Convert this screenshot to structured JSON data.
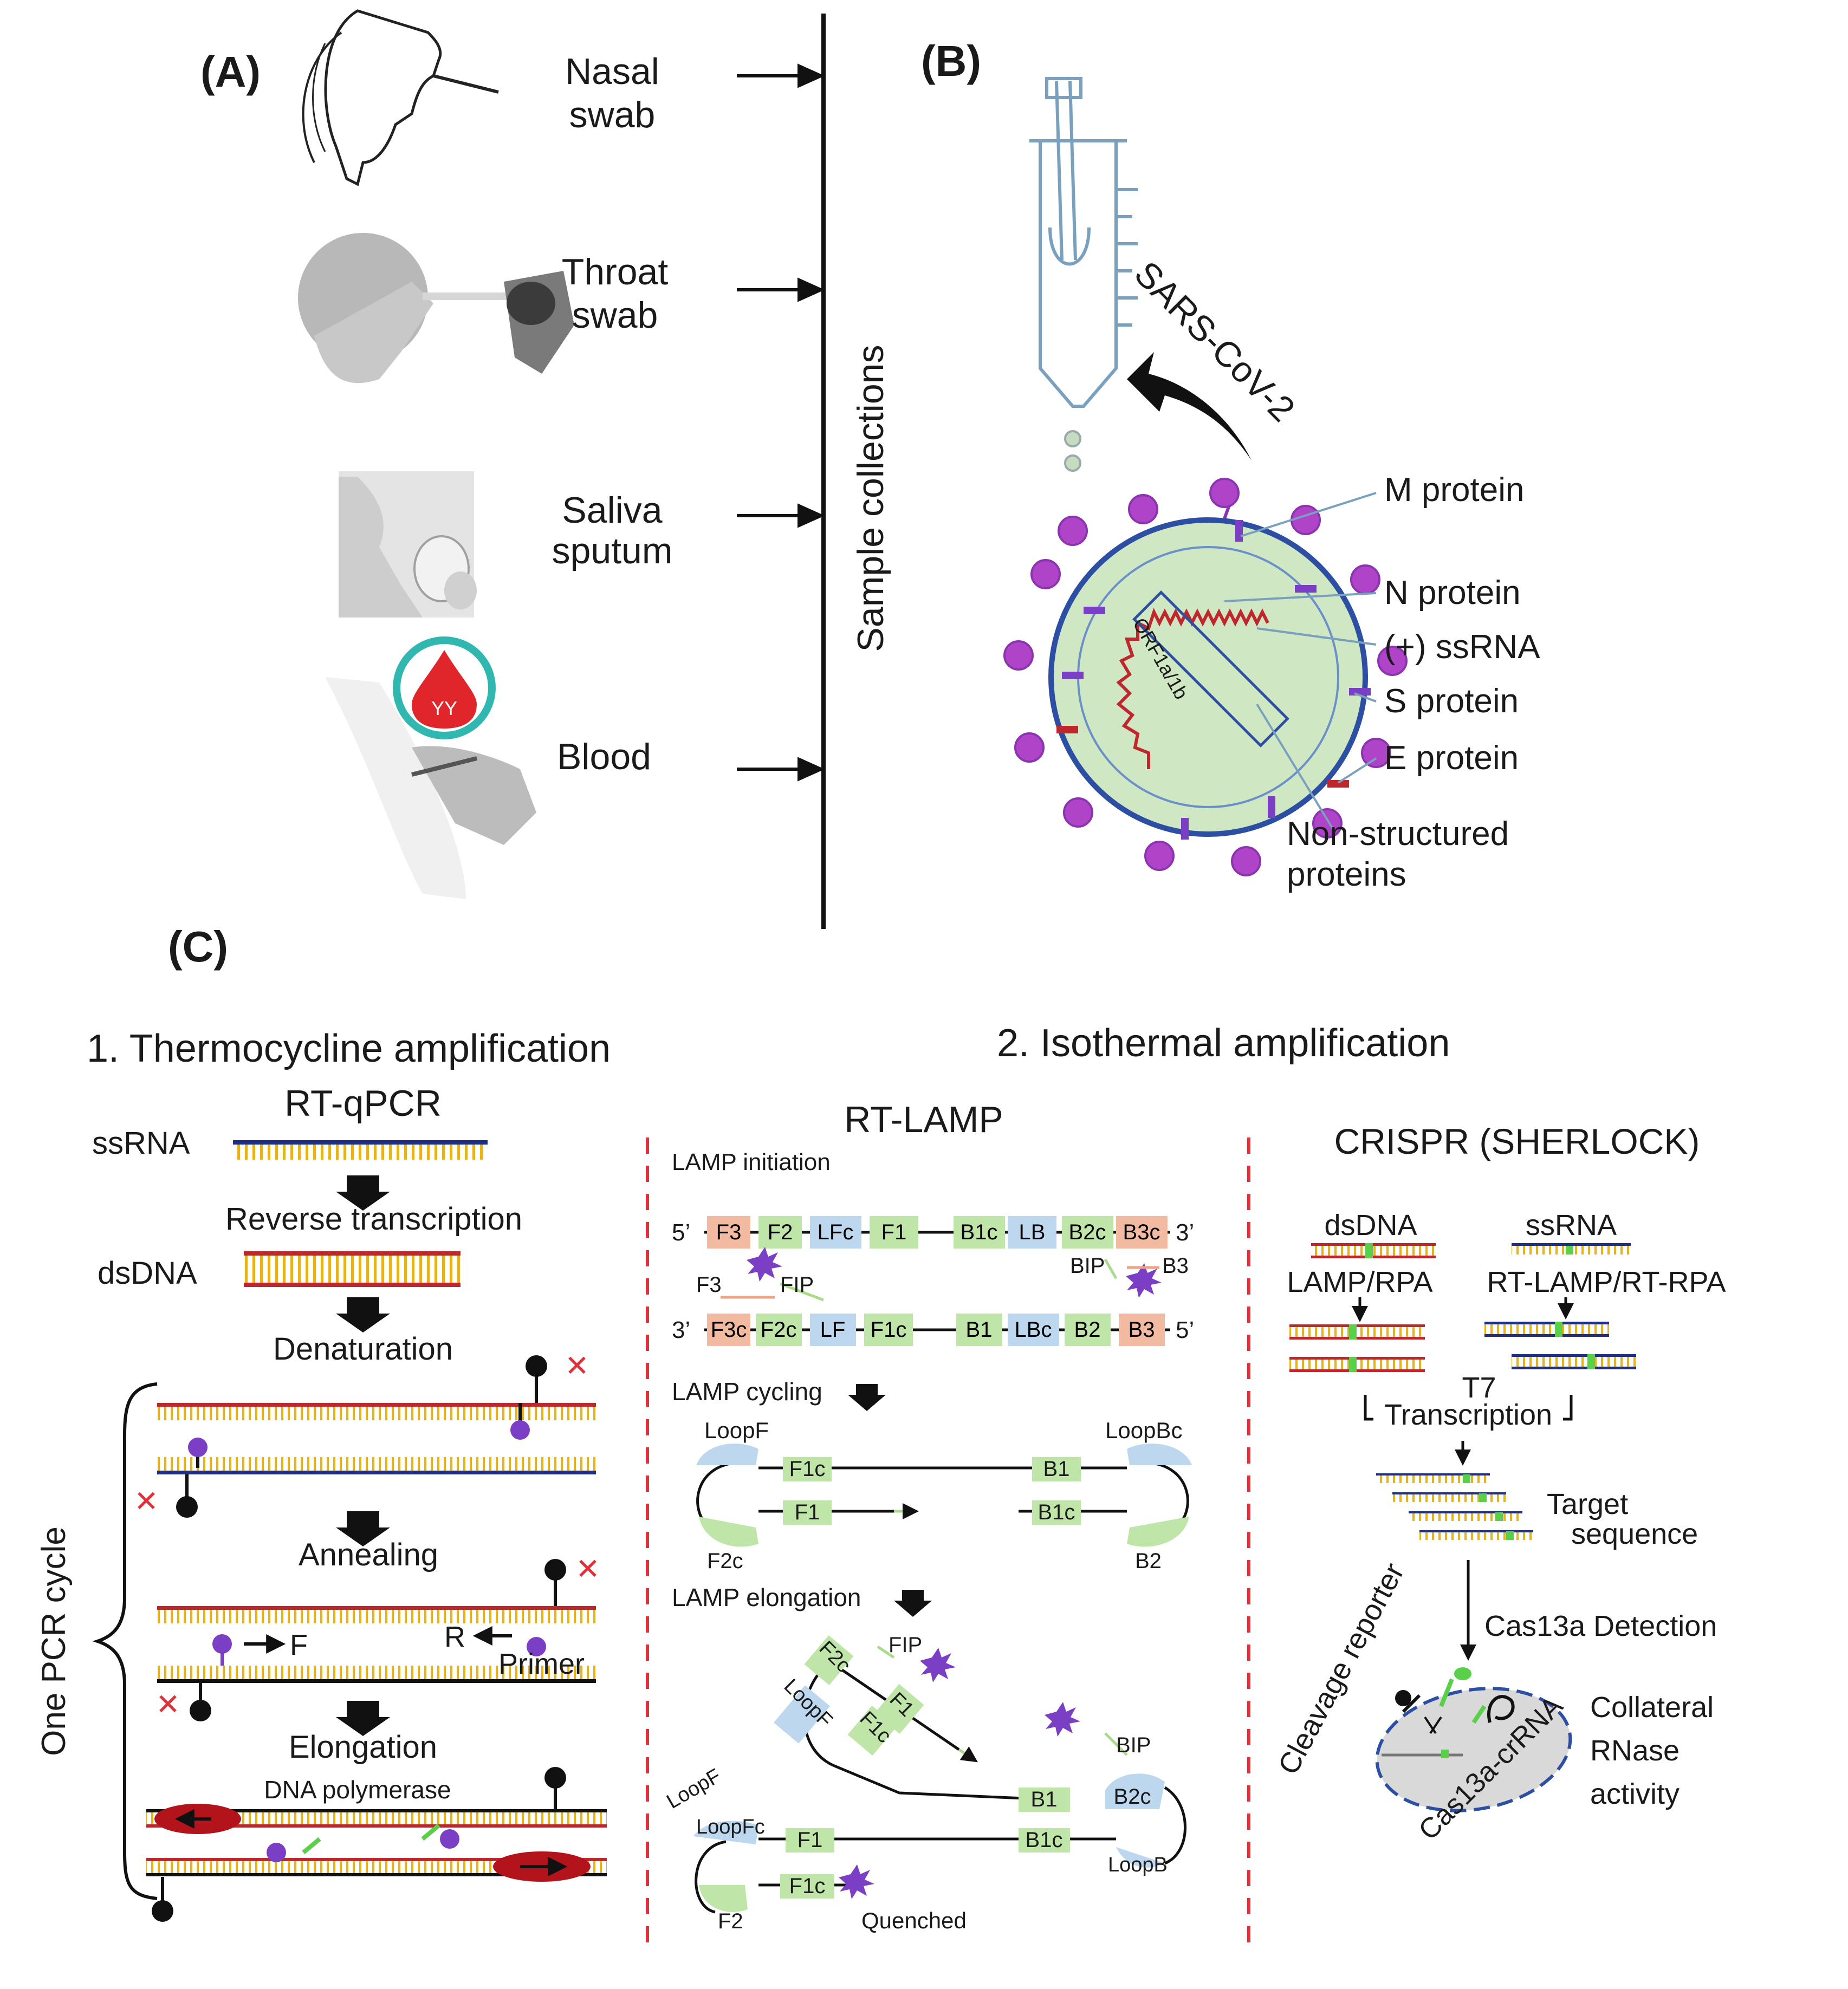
{
  "panels": {
    "a": "(A)",
    "b": "(B)",
    "c": "(C)"
  },
  "samples": [
    {
      "line1": "Nasal",
      "line2": "swab"
    },
    {
      "line1": "Throat",
      "line2": "swab"
    },
    {
      "line1": "Saliva",
      "line2": "sputum"
    },
    {
      "line1": "Blood",
      "line2": ""
    }
  ],
  "sample_collections": "Sample collections",
  "virus": {
    "name": "SARS-CoV-2",
    "orf": "ORF1a/1b",
    "labels": [
      "M protein",
      "N protein",
      "(+) ssRNA",
      "S protein",
      "E protein"
    ],
    "nsp": [
      "Non-structured",
      "proteins"
    ]
  },
  "sections": {
    "thermo": "1. Thermocycline amplification",
    "iso": "2. Isothermal amplification"
  },
  "qpcr": {
    "title": "RT-qPCR",
    "ssrna": "ssRNA",
    "rt": "Reverse transcription",
    "dsdna": "dsDNA",
    "denat": "Denaturation",
    "anneal": "Annealing",
    "f": "F",
    "r": "R",
    "primer": "Primer",
    "elong": "Elongation",
    "polymerase": "DNA polymerase",
    "cycle": "One PCR cycle"
  },
  "lamp": {
    "title": "RT-LAMP",
    "init": "LAMP initiation",
    "top_row": [
      "F3",
      "F2",
      "LFc",
      "F1",
      "B1c",
      "LB",
      "B2c",
      "B3c"
    ],
    "bottom_row": [
      "F3c",
      "F2c",
      "LF",
      "F1c",
      "B1",
      "LBc",
      "B2",
      "B3"
    ],
    "p5": "5’",
    "p3": "3’",
    "fip": "FIP",
    "bip": "BIP",
    "f3": "F3",
    "b3": "B3",
    "cycling": "LAMP cycling",
    "loopf": "LoopF",
    "loopbc": "LoopBc",
    "f1c": "F1c",
    "b1": "B1",
    "f1": "F1",
    "b1c": "B1c",
    "f2c": "F2c",
    "b2": "B2",
    "elong": "LAMP elongation",
    "f2": "F2",
    "b2c": "B2c",
    "loopfc": "LoopFc",
    "loopb": "LoopB",
    "quenched": "Quenched"
  },
  "crispr": {
    "title": "CRISPR (SHERLOCK)",
    "dsdna": "dsDNA",
    "ssrna": "ssRNA",
    "lamp_rpa": "LAMP/RPA",
    "rt_lamp_rpa": "RT-LAMP/RT-RPA",
    "t7": "T7",
    "transcription": "Transcription",
    "target": "Target",
    "sequence": "sequence",
    "cas13a_detection": "Cas13a Detection",
    "cleavage": "Cleavage reporter",
    "cas13a_crrna": "Cas13a-crRNA",
    "collateral": [
      "Collateral",
      "RNase",
      "activity"
    ]
  },
  "colors": {
    "rna_blue": "#1d2f8a",
    "dna_red": "#c0272d",
    "base_yellow": "#e8b21a",
    "segment_orange": "#f2bba1",
    "segment_green": "#bfe6a8",
    "segment_blue": "#bcd7ee",
    "primer_purple": "#7a3fc4",
    "spike_purple": "#b044c8",
    "virus_green": "#cfe8c3",
    "dashed_red": "#e0303a",
    "polymerase_red": "#b3131a"
  }
}
